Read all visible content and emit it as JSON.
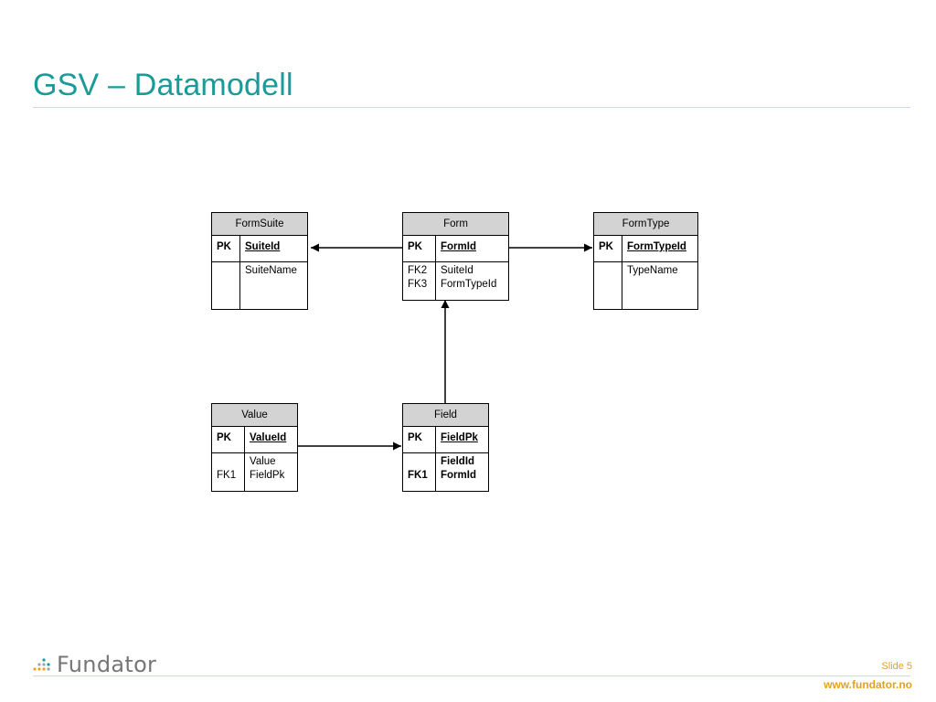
{
  "slide": {
    "title": "GSV – Datamodell",
    "logo_text": "Fundator",
    "slide_number": "Slide 5",
    "website": "www.fundator.no"
  },
  "colors": {
    "title": "#1a9a98",
    "rule": "#f6d79a",
    "footer_text": "#e2a21b",
    "entity_header": "#d3d3d3"
  },
  "entities": {
    "formsuite": {
      "name": "FormSuite",
      "pk_key": "PK",
      "pk_field": "SuiteId",
      "attr_keys": [
        ""
      ],
      "attr_fields": [
        "SuiteName"
      ]
    },
    "form": {
      "name": "Form",
      "pk_key": "PK",
      "pk_field": "FormId",
      "attr_keys": [
        "FK2",
        "FK3"
      ],
      "attr_fields": [
        "SuiteId",
        "FormTypeId"
      ]
    },
    "formtype": {
      "name": "FormType",
      "pk_key": "PK",
      "pk_field": "FormTypeId",
      "attr_keys": [
        ""
      ],
      "attr_fields": [
        "TypeName"
      ]
    },
    "value": {
      "name": "Value",
      "pk_key": "PK",
      "pk_field": "ValueId",
      "attr_keys": [
        "",
        "FK1"
      ],
      "attr_fields": [
        "Value",
        "FieldPk"
      ]
    },
    "field": {
      "name": "Field",
      "pk_key": "PK",
      "pk_field": "FieldPk",
      "attr_keys": [
        "",
        "FK1"
      ],
      "attr_fields": [
        "FieldId",
        "FormId"
      ]
    }
  },
  "relationships": [
    {
      "from": "Form",
      "to": "FormSuite"
    },
    {
      "from": "Form",
      "to": "FormType"
    },
    {
      "from": "Field",
      "to": "Form"
    },
    {
      "from": "Value",
      "to": "Field"
    }
  ]
}
